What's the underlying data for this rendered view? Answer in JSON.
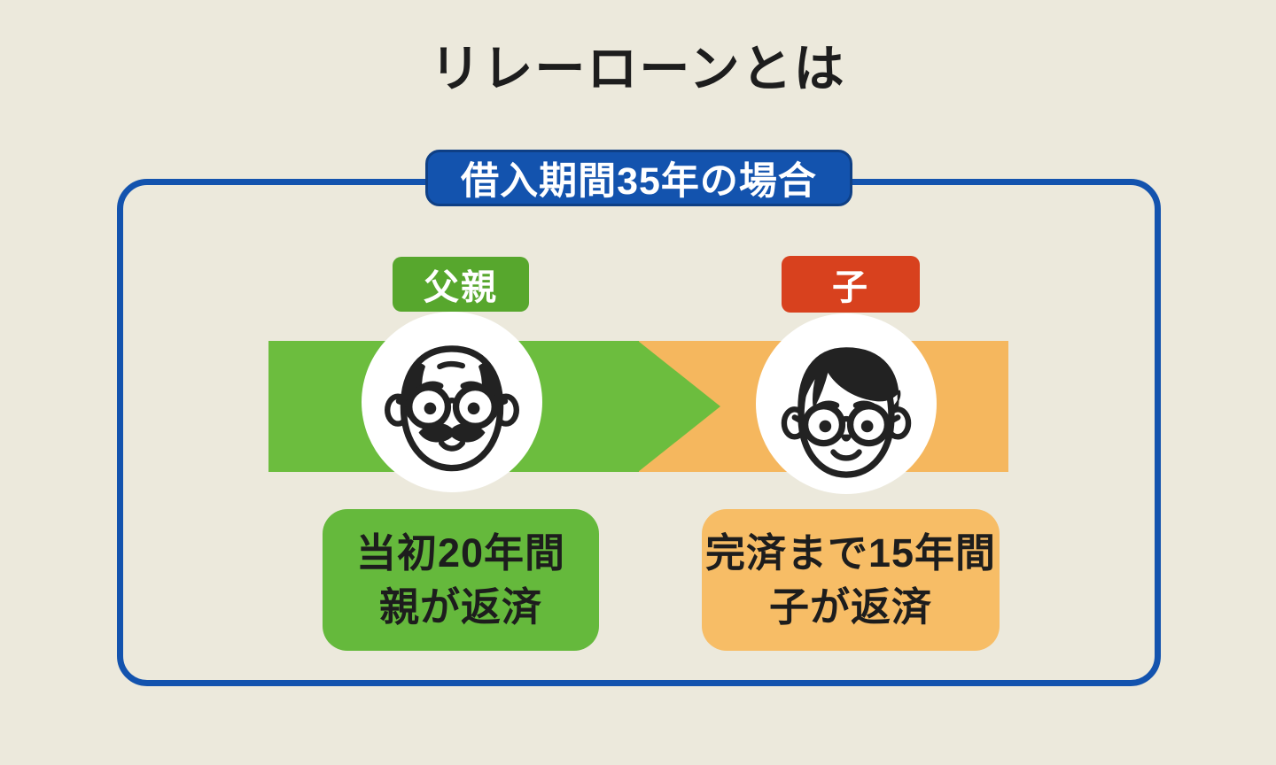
{
  "title": "リレーローンとは",
  "frame": {
    "badge_label": "借入期間35年の場合"
  },
  "father": {
    "role_label": "父親",
    "icon": "father-face-icon",
    "note_line1": "当初20年間",
    "note_line2": "親が返済"
  },
  "son": {
    "role_label": "子",
    "icon": "son-face-icon",
    "note_line1": "完済まで15年間",
    "note_line2": "子が返済"
  },
  "colors": {
    "background": "#ECE9DC",
    "frame_blue": "#1353AE",
    "green_label": "#57A72D",
    "green_bar": "#6CBD3E",
    "green_box": "#65B93C",
    "red_label": "#D8411E",
    "orange_bar": "#F5B75E",
    "orange_box": "#F7BD66",
    "text_dark": "#1D1D1D"
  }
}
